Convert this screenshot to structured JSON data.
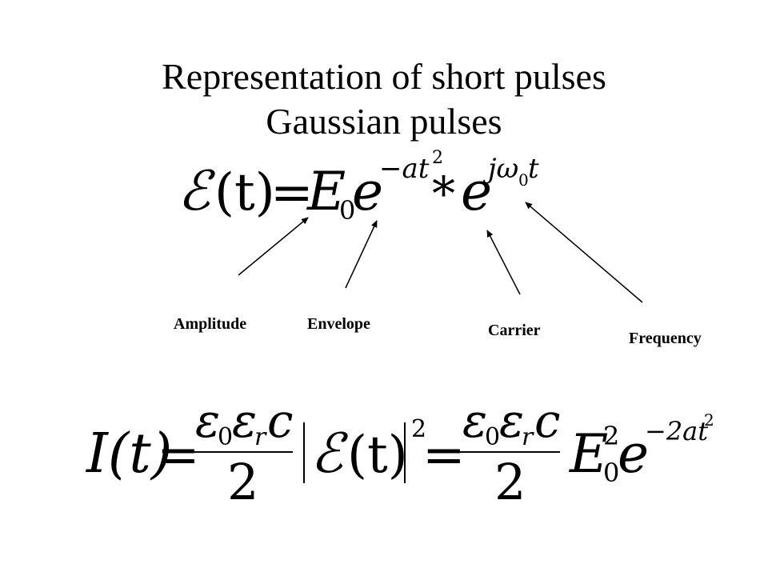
{
  "slide": {
    "title_line1": "Representation of short pulses",
    "title_line2": "Gaussian pulses"
  },
  "equation1": {
    "lhs_symbol": "ℰ",
    "lhs_arg": "(t)",
    "equals": "=",
    "amplitude_term": "E",
    "amplitude_sub": "0",
    "envelope_base": "e",
    "envelope_exp": "−at",
    "envelope_exp_pow": "2",
    "times": "*",
    "carrier_base": "e",
    "carrier_exp": "jω",
    "carrier_exp_sub": "0",
    "carrier_exp_t": "t"
  },
  "labels": {
    "amplitude": "Amplitude",
    "envelope": "Envelope",
    "carrier": "Carrier",
    "frequency": "Frequency"
  },
  "equation2": {
    "lhs": "I(t)",
    "equals1": "=",
    "frac_num": "ε",
    "frac_num_sub0": "0",
    "frac_num_eps_r": "ε",
    "frac_num_sub_r": "r",
    "frac_num_c": "c",
    "frac_den": "2",
    "abs_symbol": "ℰ",
    "abs_arg": "(t)",
    "abs_pow": "2",
    "equals2": "=",
    "rhs_E": "E",
    "rhs_E_sup": "2",
    "rhs_E_sub": "0",
    "rhs_e": "e",
    "rhs_exp": "−2at",
    "rhs_exp_pow": "2"
  }
}
